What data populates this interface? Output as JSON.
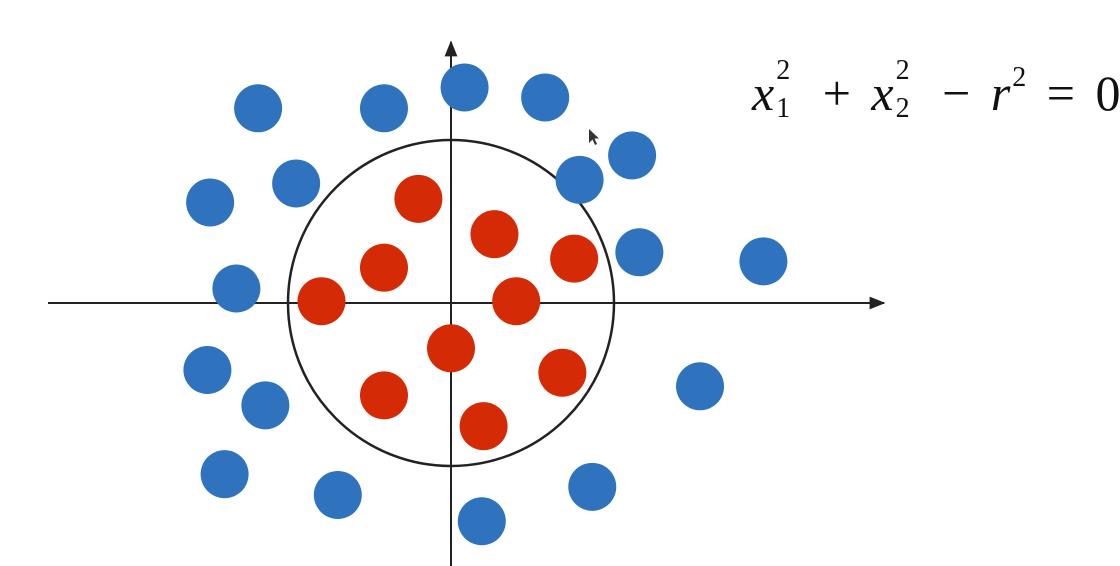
{
  "equation": {
    "x1_base": "x",
    "x1_sub": "1",
    "x1_sup": "2",
    "plus": "+",
    "x2_base": "x",
    "x2_sub": "2",
    "x2_sup": "2",
    "minus": "−",
    "r_base": "r",
    "r_sup": "2",
    "equals": "=",
    "rhs": "0"
  },
  "colors": {
    "class_outside": "#2f73bf",
    "class_inside": "#d42a05",
    "axis": "#222222",
    "circle": "#222222"
  },
  "scatter": {
    "outside_points": [
      [
        -2.13,
        2.15
      ],
      [
        -0.74,
        2.15
      ],
      [
        0.15,
        2.38
      ],
      [
        1.04,
        2.27
      ],
      [
        2.0,
        1.63
      ],
      [
        1.42,
        1.36
      ],
      [
        -1.71,
        1.32
      ],
      [
        -2.66,
        1.11
      ],
      [
        2.08,
        0.56
      ],
      [
        3.45,
        0.46
      ],
      [
        -2.37,
        0.16
      ],
      [
        -2.69,
        -0.74
      ],
      [
        -2.05,
        -1.13
      ],
      [
        2.75,
        -0.92
      ],
      [
        -2.5,
        -1.89
      ],
      [
        -1.25,
        -2.12
      ],
      [
        0.34,
        -2.41
      ],
      [
        1.56,
        -2.03
      ]
    ],
    "inside_points": [
      [
        -0.36,
        1.15
      ],
      [
        0.48,
        0.76
      ],
      [
        -0.74,
        0.39
      ],
      [
        1.36,
        0.49
      ],
      [
        -1.43,
        0.02
      ],
      [
        0.72,
        0.02
      ],
      [
        0.0,
        -0.5
      ],
      [
        1.23,
        -0.77
      ],
      [
        -0.74,
        -1.02
      ],
      [
        0.36,
        -1.36
      ]
    ],
    "circle_radius": 1.8
  }
}
